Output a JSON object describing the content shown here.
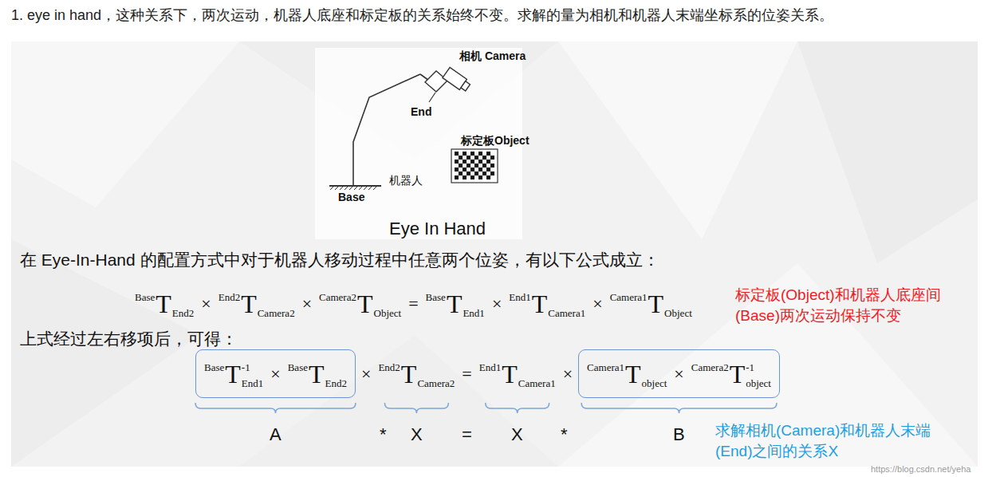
{
  "diagram": {
    "title": "1. eye in hand，这种关系下，两次运动，机器人底座和标定板的关系始终不变。求解的量为相机和机器人末端坐标系的位姿关系。",
    "nodes": [
      {
        "text": [
          "Base",
          "T",
          "End1",
          "-1",
          "×",
          "Base",
          "T",
          "End2"
        ]
      },
      {
        "text": [
          "Camera1",
          "T",
          "object",
          "×",
          "Camera2",
          "T",
          "object",
          "-1"
        ]
      }
    ],
    "labels": [
      "相机 Camera",
      "End",
      "标定板Object",
      "机器人",
      "Base",
      "Eye In Hand",
      "在 Eye-In-Hand 的配置方式中对于机器人移动过程中任意两个位姿，有以下公式成立：",
      "Base",
      "T",
      "End2",
      "×",
      "End2",
      "T",
      "Camera2",
      "×",
      "Camera2",
      "T",
      "Object",
      "=",
      "Base",
      "T",
      "End1",
      "×",
      "End1",
      "T",
      "Camera1",
      "×",
      "Camera1",
      "T",
      "Object",
      "标定板(Object)和机器人底座间 (Base)两次运动保持不变",
      "上式经过左右移项后，可得：",
      "×",
      "End2",
      "T",
      "Camera2",
      "=",
      "End1",
      "T",
      "Camera1",
      "×",
      "A",
      "*",
      "X",
      "=",
      "X",
      "*",
      "B",
      "求解相机(Camera)和机器人末端(End)之间的关系X",
      "https://blog.csdn.net/yeha"
    ]
  }
}
